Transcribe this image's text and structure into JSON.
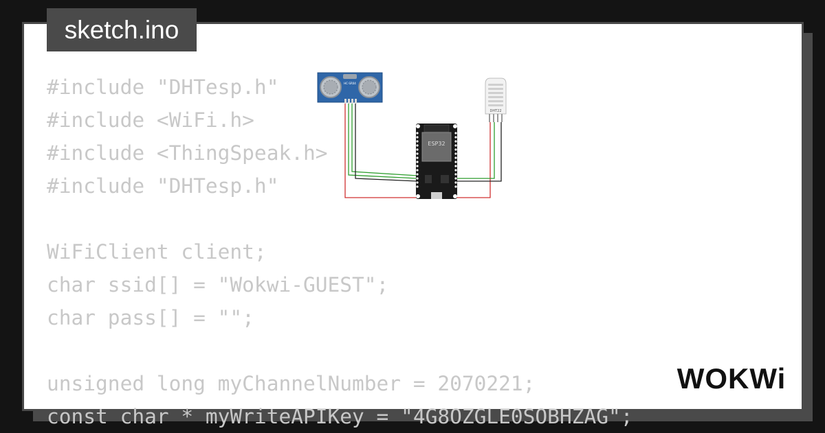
{
  "file_tab": {
    "label": "sketch.ino"
  },
  "code_lines": [
    "#include \"DHTesp.h\"",
    "#include <WiFi.h>",
    "#include <ThingSpeak.h>",
    "#include \"DHTesp.h\"",
    "",
    "WiFiClient client;",
    "char ssid[] = \"Wokwi-GUEST\";",
    "char pass[] = \"\";",
    "",
    "unsigned long myChannelNumber = 2070221;",
    "const char * myWriteAPIKey = \"4G8OZGLE0SOBHZAG\";"
  ],
  "circuit": {
    "esp_label": "ESP32",
    "sensor_label": "DHT22",
    "ultrasonic_label": "HC-SR04"
  },
  "logo": {
    "text": "WOKWi"
  },
  "colors": {
    "background": "#141414",
    "card": "#ffffff",
    "frame": "#4a4a4a",
    "code_text": "#c8c8c8",
    "wire_green": "#2e9e2e",
    "wire_red": "#d03030",
    "wire_black": "#222222"
  }
}
